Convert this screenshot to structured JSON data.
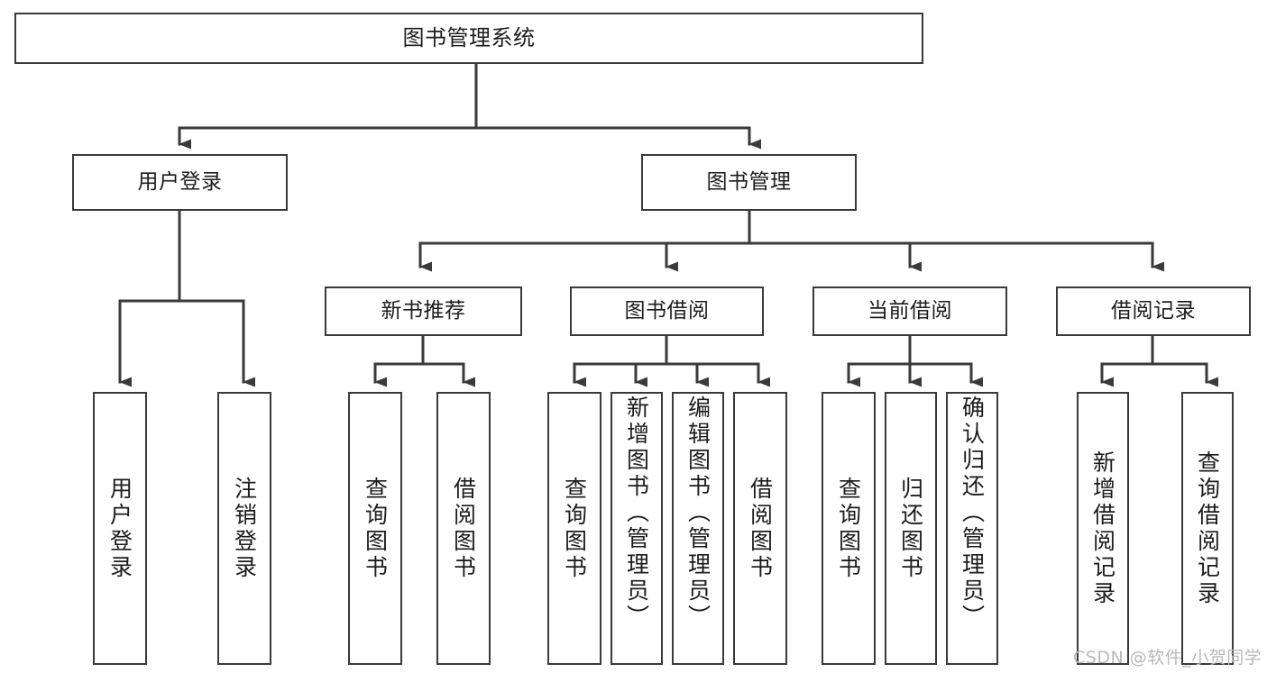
{
  "diagram": {
    "title": "图书管理系统",
    "type": "tree",
    "orientation": "top-down",
    "colors": {
      "box_border": "#3a3a3a",
      "box_fill": "#ffffff",
      "edge": "#3a3a3a",
      "text": "#1c1c1c",
      "watermark": "#b9b9b9",
      "background": "#ffffff"
    },
    "nodes": {
      "root": {
        "label": "图书管理系统"
      },
      "level2": [
        {
          "id": "user-login",
          "label": "用户登录"
        },
        {
          "id": "book-manage",
          "label": "图书管理"
        }
      ],
      "level3": [
        {
          "id": "new-book-rec",
          "label": "新书推荐"
        },
        {
          "id": "book-borrow",
          "label": "图书借阅"
        },
        {
          "id": "current-borrow",
          "label": "当前借阅"
        },
        {
          "id": "borrow-record",
          "label": "借阅记录"
        }
      ],
      "leaves": [
        {
          "id": "leaf-user-login",
          "label": "用户登录",
          "parent": "用户登录"
        },
        {
          "id": "leaf-logout",
          "label": "注销登录",
          "parent": "用户登录"
        },
        {
          "id": "leaf-query-book-1",
          "label": "查询图书",
          "parent": "新书推荐"
        },
        {
          "id": "leaf-borrow-book-1",
          "label": "借阅图书",
          "parent": "新书推荐"
        },
        {
          "id": "leaf-query-book-2",
          "label": "查询图书",
          "parent": "图书借阅"
        },
        {
          "id": "leaf-add-book",
          "label": "新增图书（管理员）",
          "parent": "图书借阅"
        },
        {
          "id": "leaf-edit-book",
          "label": "编辑图书（管理员）",
          "parent": "图书借阅"
        },
        {
          "id": "leaf-borrow-book-2",
          "label": "借阅图书",
          "parent": "图书借阅"
        },
        {
          "id": "leaf-query-book-3",
          "label": "查询图书",
          "parent": "当前借阅"
        },
        {
          "id": "leaf-return-book",
          "label": "归还图书",
          "parent": "当前借阅"
        },
        {
          "id": "leaf-confirm-return",
          "label": "确认归还（管理员）",
          "parent": "当前借阅"
        },
        {
          "id": "leaf-add-record",
          "label": "新增借阅记录",
          "parent": "借阅记录"
        },
        {
          "id": "leaf-query-record",
          "label": "查询借阅记录",
          "parent": "借阅记录"
        }
      ]
    },
    "watermark": "CSDN @软件_小贺同学"
  }
}
